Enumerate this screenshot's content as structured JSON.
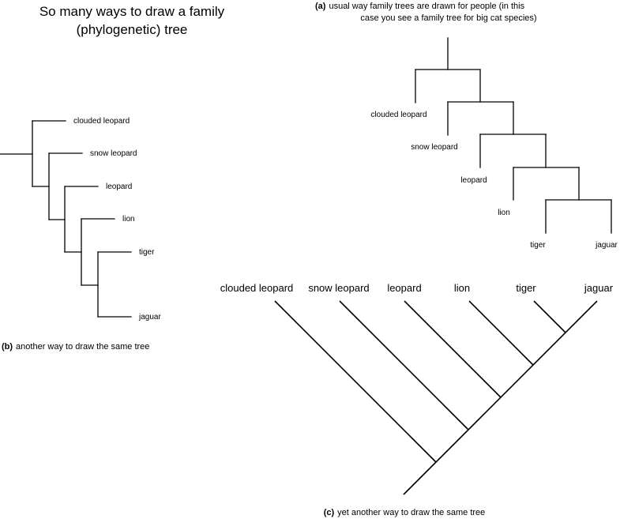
{
  "title": {
    "line1": "So many ways to draw a family",
    "line2": "(phylogenetic) tree"
  },
  "panel_a": {
    "letter": "(a)",
    "caption_line1": "usual way family trees are drawn for people (in this",
    "caption_line2": "case you see a family tree for big cat species)",
    "leaves": [
      "clouded leopard",
      "snow leopard",
      "leopard",
      "lion",
      "tiger",
      "jaguar"
    ]
  },
  "panel_b": {
    "letter": "(b)",
    "caption": "another way to draw the same  tree",
    "leaves": [
      "clouded leopard",
      "snow leopard",
      "leopard",
      "lion",
      "tiger",
      "jaguar"
    ]
  },
  "panel_c": {
    "letter": "(c)",
    "caption": "yet another  way to draw the same tree",
    "leaves": [
      "clouded leopard",
      "snow leopard",
      "leopard",
      "lion",
      "tiger",
      "jaguar"
    ]
  }
}
